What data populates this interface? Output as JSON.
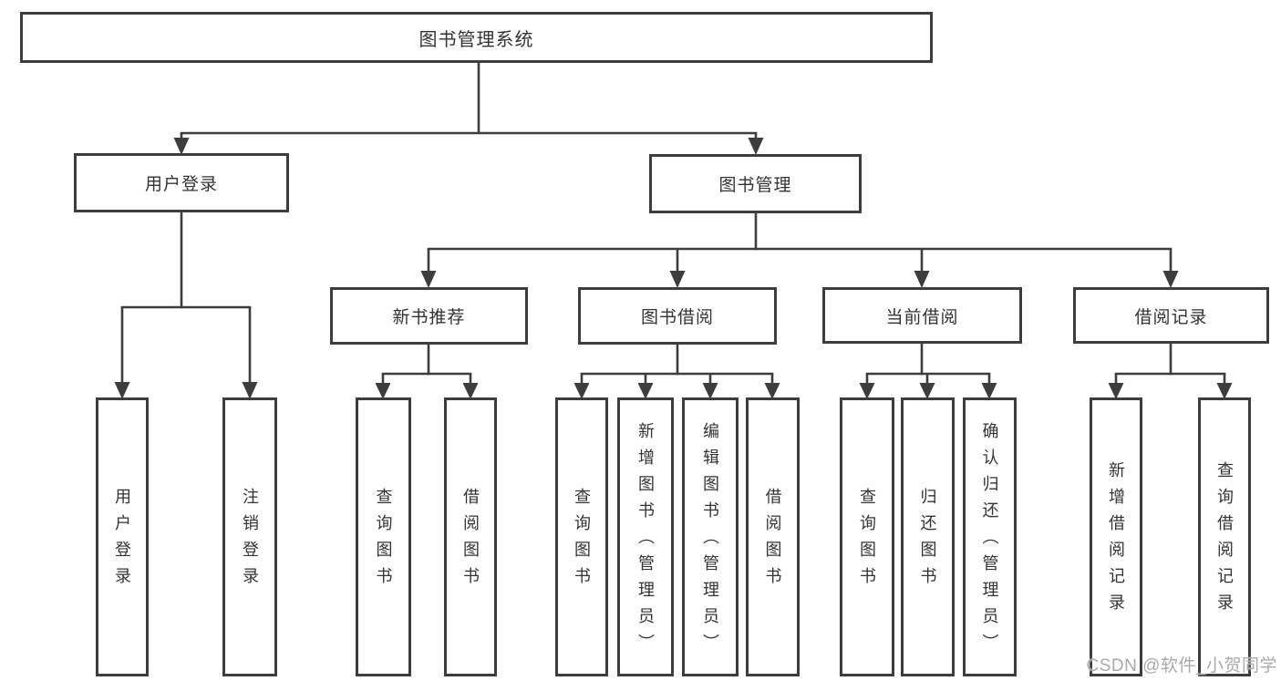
{
  "tree": {
    "root": {
      "label": "图书管理系统"
    },
    "user_branch": {
      "label": "用户登录",
      "children": [
        {
          "label": "用户登录"
        },
        {
          "label": "注销登录"
        }
      ]
    },
    "book_branch": {
      "label": "图书管理",
      "sections": [
        {
          "label": "新书推荐",
          "children": [
            {
              "label": "查询图书"
            },
            {
              "label": "借阅图书"
            }
          ]
        },
        {
          "label": "图书借阅",
          "children": [
            {
              "label": "查询图书"
            },
            {
              "label": "新增图书（管理员）"
            },
            {
              "label": "编辑图书（管理员）"
            },
            {
              "label": "借阅图书"
            }
          ]
        },
        {
          "label": "当前借阅",
          "children": [
            {
              "label": "查询图书"
            },
            {
              "label": "归还图书"
            },
            {
              "label": "确认归还（管理员）"
            }
          ]
        },
        {
          "label": "借阅记录",
          "children": [
            {
              "label": "新增借阅记录"
            },
            {
              "label": "查询借阅记录"
            }
          ]
        }
      ]
    }
  },
  "watermark": {
    "text": "CSDN @软件_小贺同学"
  },
  "colors": {
    "line": "#3d3d3d",
    "text": "#333333",
    "box_border": "#3d3d3d",
    "box_fill": "#ffffff",
    "watermark": "#a9a9a9",
    "background": "#ffffff"
  }
}
